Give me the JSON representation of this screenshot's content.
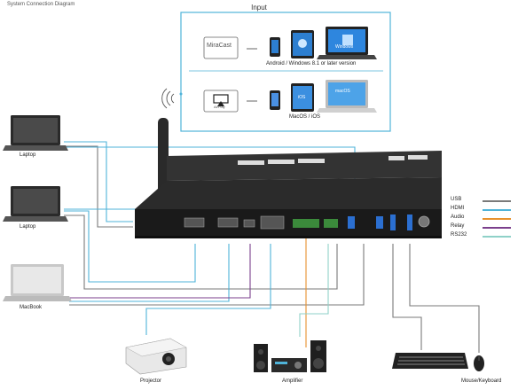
{
  "header": {
    "text": "System Connection Diagram"
  },
  "input_panel": {
    "title": "Input",
    "miracast_logo_text": "MiraCast",
    "airplay_logo_text": "AirPlay",
    "miracast_caption": "Android / Windows 8.1 or later version",
    "airplay_caption": "MacOS / iOS",
    "windows_screen_text": "Windows",
    "mac_screen_text": "macOS",
    "tablet_text": "iOS"
  },
  "sources": [
    {
      "label": "Laptop"
    },
    {
      "label": "Laptop"
    },
    {
      "label": "MacBook"
    }
  ],
  "outputs": [
    {
      "label": "Projector"
    },
    {
      "label": "Amplifier"
    },
    {
      "label": "Mouse/Keyboard"
    }
  ],
  "legend": [
    {
      "label": "USB",
      "color": "#7a7a7a"
    },
    {
      "label": "HDMI",
      "color": "#4fb3d9"
    },
    {
      "label": "Audio",
      "color": "#e8912d"
    },
    {
      "label": "Relay",
      "color": "#7b3f8c"
    },
    {
      "label": "RS232",
      "color": "#8fd1c8"
    }
  ],
  "colors": {
    "usb": "#7a7a7a",
    "hdmi": "#4fb3d9",
    "audio": "#e8912d",
    "relay": "#7b3f8c",
    "rs232": "#8fd1c8",
    "device": "#1e1e1e",
    "panel_border": "#4fb3d9"
  },
  "icons": [
    "wifi-signal-icon",
    "laptop-icon",
    "projector-icon",
    "speaker-icon",
    "keyboard-icon",
    "mouse-icon",
    "phone-icon",
    "tablet-icon",
    "antenna-icon"
  ]
}
